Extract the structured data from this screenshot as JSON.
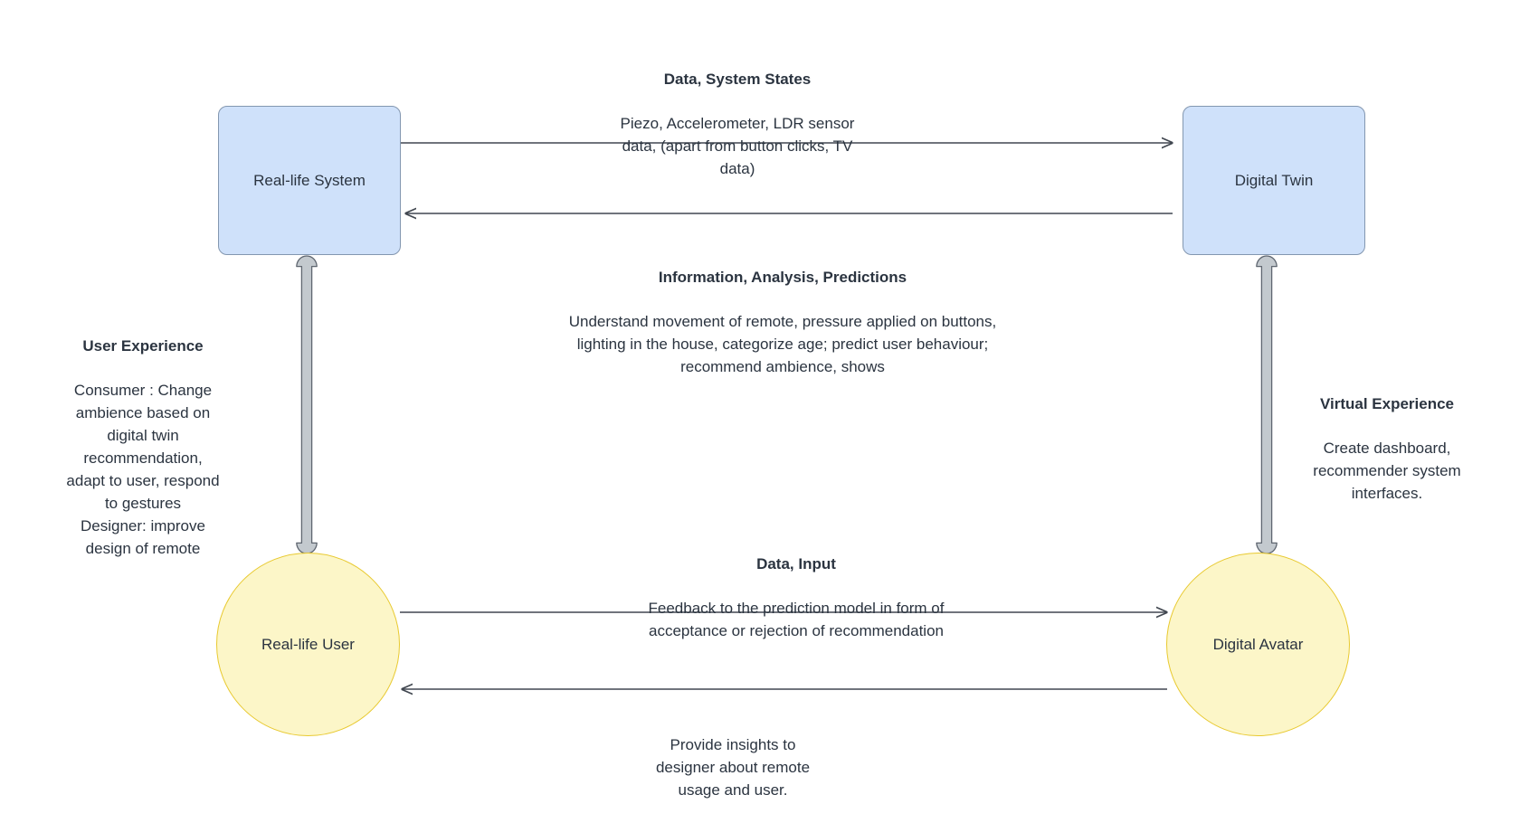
{
  "diagram": {
    "title": "Digital Twin interaction diagram",
    "colors": {
      "node_box_fill": "#cfe1fa",
      "node_box_stroke": "#8397b0",
      "node_circle_fill": "#fcf6c8",
      "node_circle_stroke": "#e8c92f",
      "text": "#2b3440",
      "thin_arrow": "#414750",
      "block_arrow_fill": "#c3c9ce",
      "block_arrow_stroke": "#5f6670",
      "background": "#ffffff"
    },
    "nodes": [
      {
        "id": "real-life-system",
        "label": "Real-life System",
        "shape": "rounded-rect"
      },
      {
        "id": "digital-twin",
        "label": "Digital Twin",
        "shape": "rounded-rect"
      },
      {
        "id": "real-life-user",
        "label": "Real-life User",
        "shape": "circle"
      },
      {
        "id": "digital-avatar",
        "label": "Digital Avatar",
        "shape": "circle"
      }
    ],
    "edge_labels": [
      {
        "id": "data-system-states",
        "heading": "Data, System States",
        "body": "Piezo, Accelerometer, LDR sensor\ndata, (apart from button clicks, TV\ndata)",
        "from": "real-life-system",
        "to": "digital-twin"
      },
      {
        "id": "information-analysis-predictions",
        "heading": "Information, Analysis, Predictions",
        "body": "Understand movement of remote, pressure applied on buttons,\nlighting in the house, categorize age; predict user behaviour;\nrecommend ambience, shows",
        "from": "digital-twin",
        "to": "real-life-system"
      },
      {
        "id": "user-experience",
        "heading": "User Experience",
        "body": "Consumer : Change\nambience based on\ndigital twin\nrecommendation,\nadapt to user, respond\nto gestures\nDesigner: improve\ndesign of remote",
        "from": "real-life-system",
        "to": "real-life-user"
      },
      {
        "id": "virtual-experience",
        "heading": "Virtual Experience",
        "body": "Create dashboard,\nrecommender system\ninterfaces.",
        "from": "digital-twin",
        "to": "digital-avatar"
      },
      {
        "id": "data-input",
        "heading": "Data, Input",
        "body": "Feedback to the prediction model in form of\nacceptance or rejection of recommendation",
        "from": "real-life-user",
        "to": "digital-avatar"
      },
      {
        "id": "insights-to-designer",
        "heading": "",
        "body": "Provide insights to\ndesigner about remote\nusage and user.",
        "from": "digital-avatar",
        "to": "real-life-user"
      }
    ]
  }
}
